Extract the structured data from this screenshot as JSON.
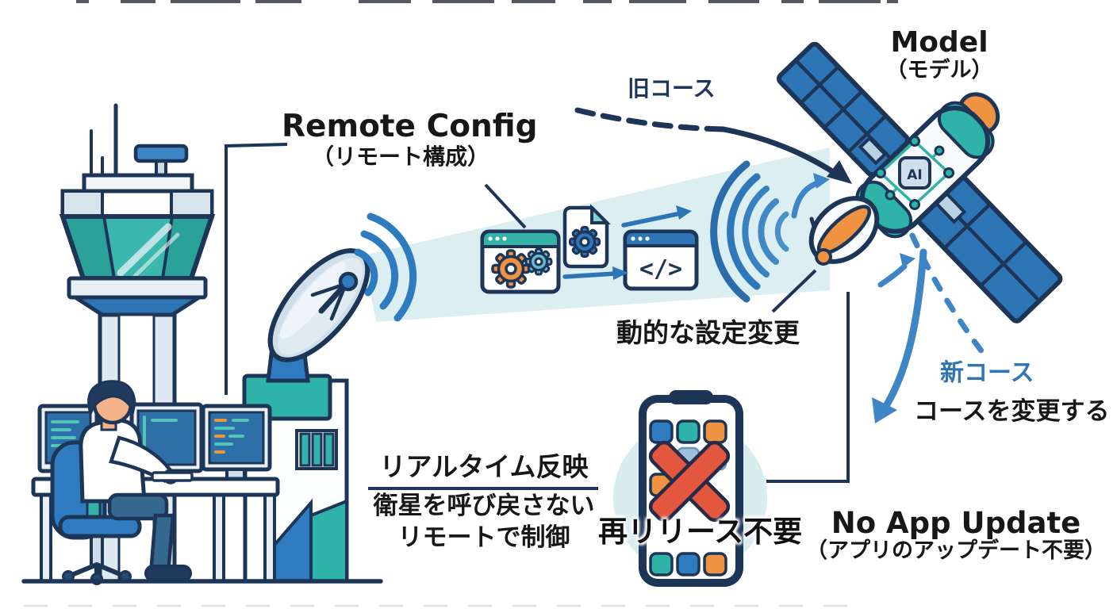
{
  "diagram": {
    "labels": {
      "model_en": "Model",
      "model_ja": "（モデル）",
      "old_course": "旧コース",
      "remote_config_en": "Remote Config",
      "remote_config_ja": "（リモート構成）",
      "dynamic_change": "動的な設定変更",
      "new_course": "新コース",
      "change_course": "コースを変更する",
      "realtime": "リアルタイム反映",
      "no_recall": "衛星を呼び戻さない",
      "remote_control": "リモートで制御",
      "no_rerelease": "再リリース不要",
      "no_app_update_en": "No App Update",
      "no_app_update_ja": "（アプリのアップデート不要）"
    },
    "glyphs": {
      "code": "</>",
      "ai": "AI"
    },
    "icons": {
      "control_tower": "control-tower",
      "radar_antenna": "radar-antenna",
      "operator_workstation": "operator-at-monitors",
      "ground_dish": "parabolic-dish",
      "signal_beam": "uplink-beam",
      "config_window": "browser-with-gears",
      "gear_document": "config-file",
      "code_window": "browser-with-code",
      "radio_waves": "signal-wave-arcs",
      "satellite": "ai-satellite",
      "smartphone": "phone-with-red-cross"
    },
    "colors": {
      "navy": "#1d3557",
      "blue": "#2e75b6",
      "sky_blue": "#3d85c4",
      "teal": "#2fb3a8",
      "light_teal": "#7fd4cc",
      "orange": "#ef9342",
      "red_cross": "#e4573f",
      "beam": "#d9edf1",
      "halo": "#d8edef",
      "light_gray": "#e8eff5"
    }
  }
}
